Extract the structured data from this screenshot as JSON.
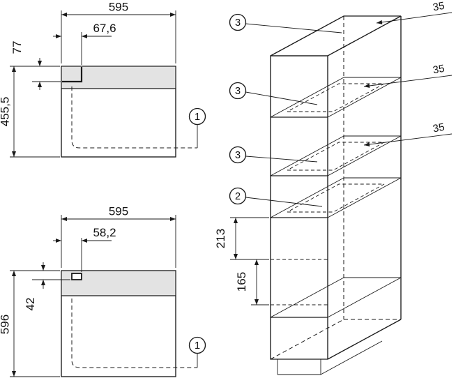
{
  "colors": {
    "line": "#1a1a1a",
    "appliance_fill": "#efefef",
    "panel_fill": "#e3e3e3"
  },
  "diagram": {
    "upper_front_view": {
      "width": "595",
      "panel_offset": "67,6",
      "panel_height": "77",
      "appliance_height": "455,5",
      "callout": "1"
    },
    "lower_front_view": {
      "width": "595",
      "connection_offset": "58,2",
      "connection_height": "42",
      "appliance_height": "596",
      "callout": "1"
    },
    "cabinet_view": {
      "callout_top_vent": "3",
      "callout_shelf_vent_upper": "3",
      "callout_shelf_vent_lower": "3",
      "callout_appliance_niche": "2",
      "rear_gap_top": "35",
      "rear_gap_upper": "35",
      "rear_gap_lower": "35",
      "niche_dim_upper": "213",
      "niche_dim_lower": "165"
    }
  }
}
